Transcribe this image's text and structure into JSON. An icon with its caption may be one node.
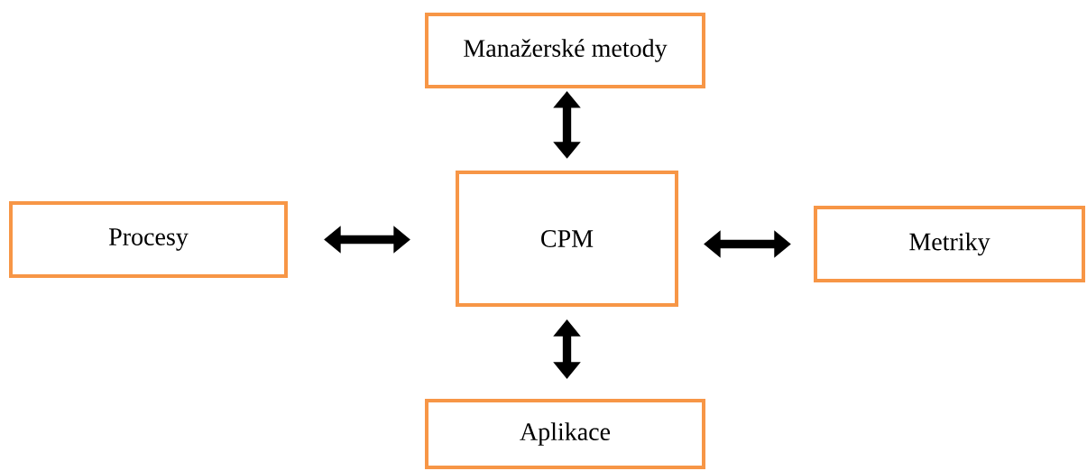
{
  "diagram": {
    "nodes": [
      {
        "text": [
          "Manažerské metody"
        ]
      },
      {
        "text": [
          "Procesy"
        ]
      },
      {
        "text": [
          "CPM"
        ]
      },
      {
        "text": [
          "Metriky"
        ]
      },
      {
        "text": [
          "Aplikace"
        ]
      }
    ],
    "edges": [
      {
        "from": 2,
        "to": 0,
        "arrow": "both"
      },
      {
        "from": 2,
        "to": 1,
        "arrow": "both"
      },
      {
        "from": 2,
        "to": 3,
        "arrow": "both"
      },
      {
        "from": 2,
        "to": 4,
        "arrow": "both"
      }
    ]
  }
}
